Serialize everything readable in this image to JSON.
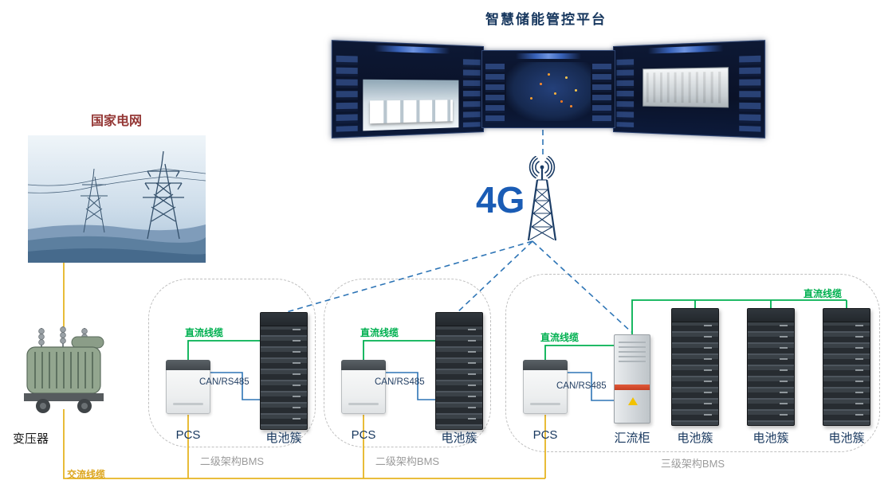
{
  "title": "智慧储能管控平台",
  "grid": {
    "label": "国家电网"
  },
  "transformer": {
    "label": "变压器"
  },
  "tower": {
    "label": "4G"
  },
  "ac_cable": {
    "label": "交流线缆"
  },
  "groups": [
    {
      "pcs_label": "PCS",
      "battery_labels": [
        "电池簇"
      ],
      "dc_label": "直流线缆",
      "can_label": "CAN/RS485",
      "footer": "二级架构BMS"
    },
    {
      "pcs_label": "PCS",
      "battery_labels": [
        "电池簇"
      ],
      "dc_label": "直流线缆",
      "can_label": "CAN/RS485",
      "footer": "二级架构BMS"
    },
    {
      "pcs_label": "PCS",
      "combiner_label": "汇流柜",
      "battery_labels": [
        "电池簇",
        "电池簇",
        "电池簇"
      ],
      "dc_label": "直流线缆",
      "dc_label2": "直流线缆",
      "can_label": "CAN/RS485",
      "footer": "三级架构BMS"
    }
  ],
  "colors": {
    "dc_green": "#00B050",
    "ac_yellow": "#E6B422",
    "can_blue": "#2E75B6",
    "wireless_dashed_blue": "#2E75B6",
    "title_navy": "#17375E",
    "grid_label_red": "#943735",
    "footer_gray": "#9B9B9B",
    "tower_blue": "#1A5CB5"
  }
}
